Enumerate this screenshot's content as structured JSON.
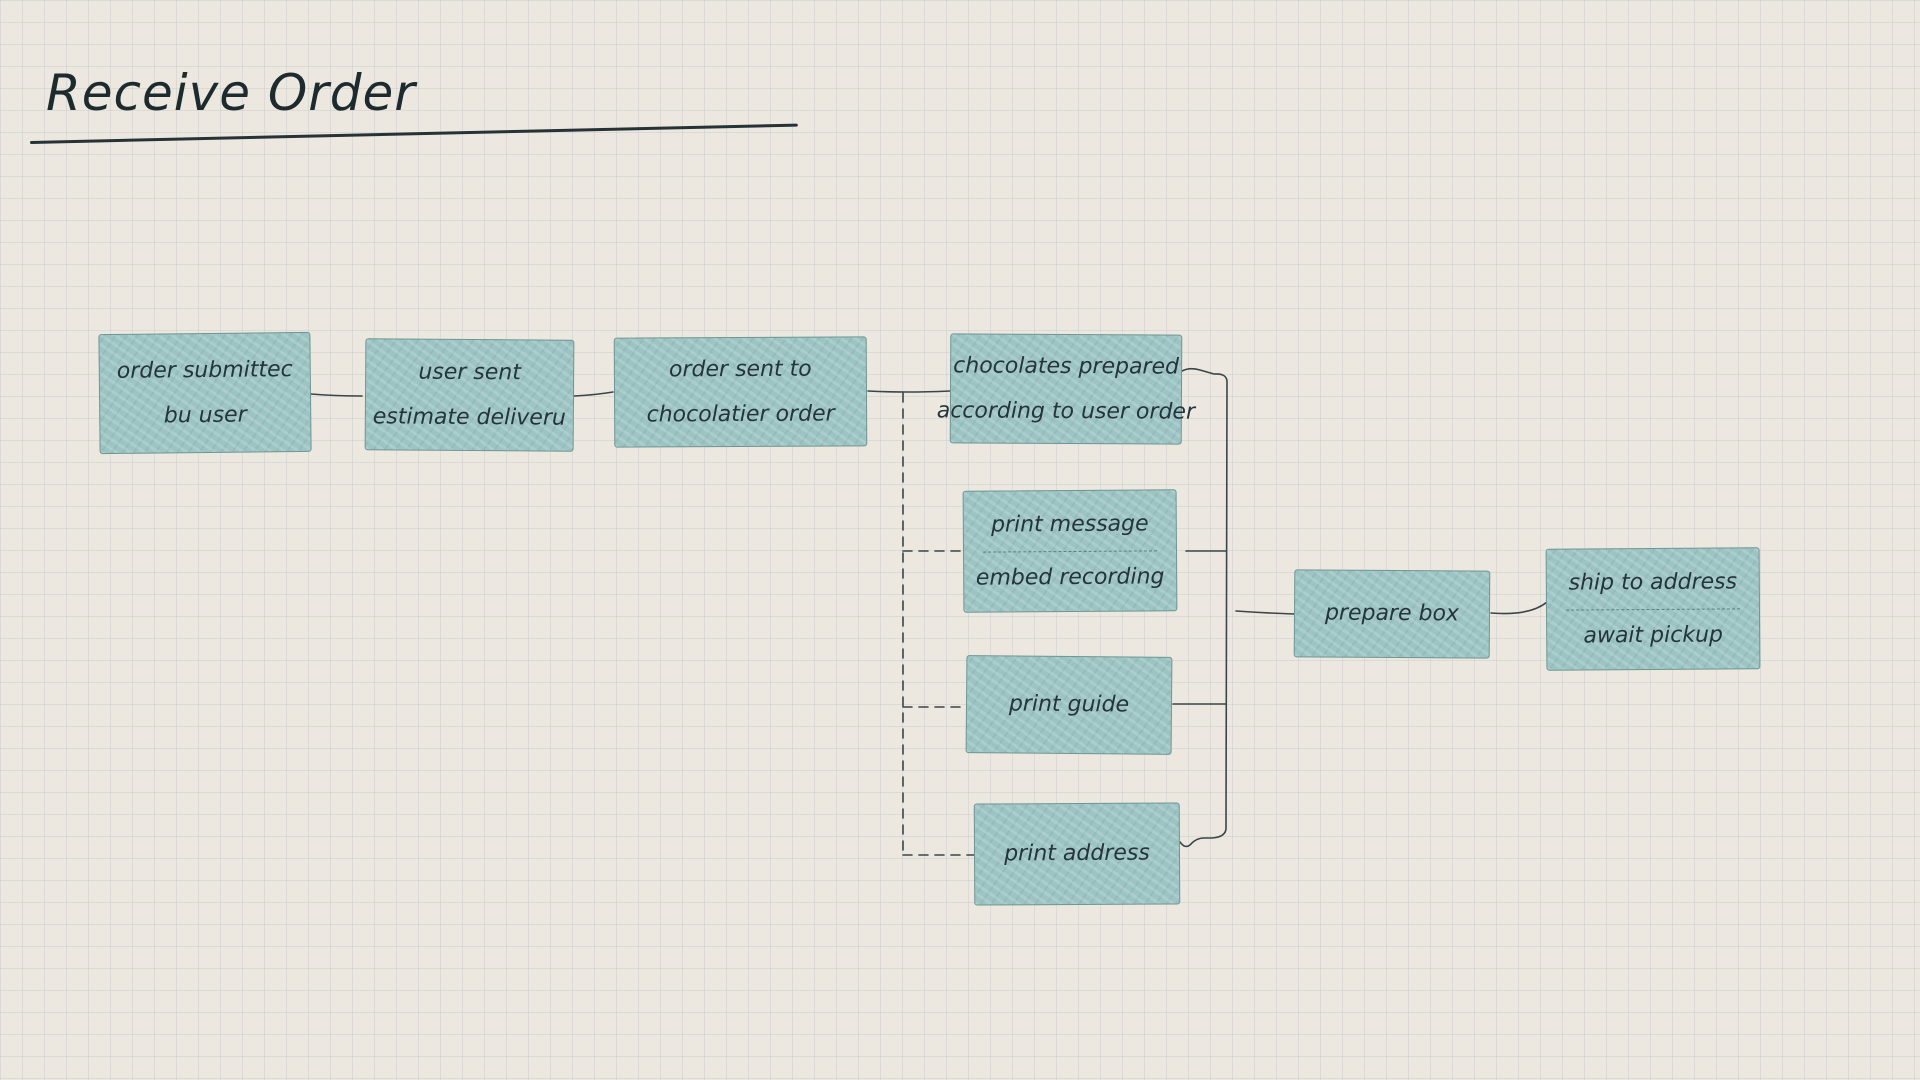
{
  "diagram": {
    "title": "Receive Order",
    "nodes": {
      "order_submitted": {
        "lines": [
          "order submittec",
          "bu user"
        ]
      },
      "user_sent": {
        "lines": [
          "user  sent",
          "estimate deliveru"
        ]
      },
      "order_sent": {
        "lines": [
          "order sent to",
          "chocolatier order"
        ]
      },
      "chocolates_prepared": {
        "lines": [
          "chocolates prepared",
          "according to user order"
        ]
      },
      "print_message": {
        "top": "print message",
        "bottom": "embed recording"
      },
      "print_guide": {
        "lines": [
          "print guide"
        ]
      },
      "print_address": {
        "lines": [
          "print address"
        ]
      },
      "prepare_box": {
        "lines": [
          "prepare box"
        ]
      },
      "ship_to_address": {
        "top": "ship to address",
        "bottom": "await pickup"
      }
    }
  }
}
